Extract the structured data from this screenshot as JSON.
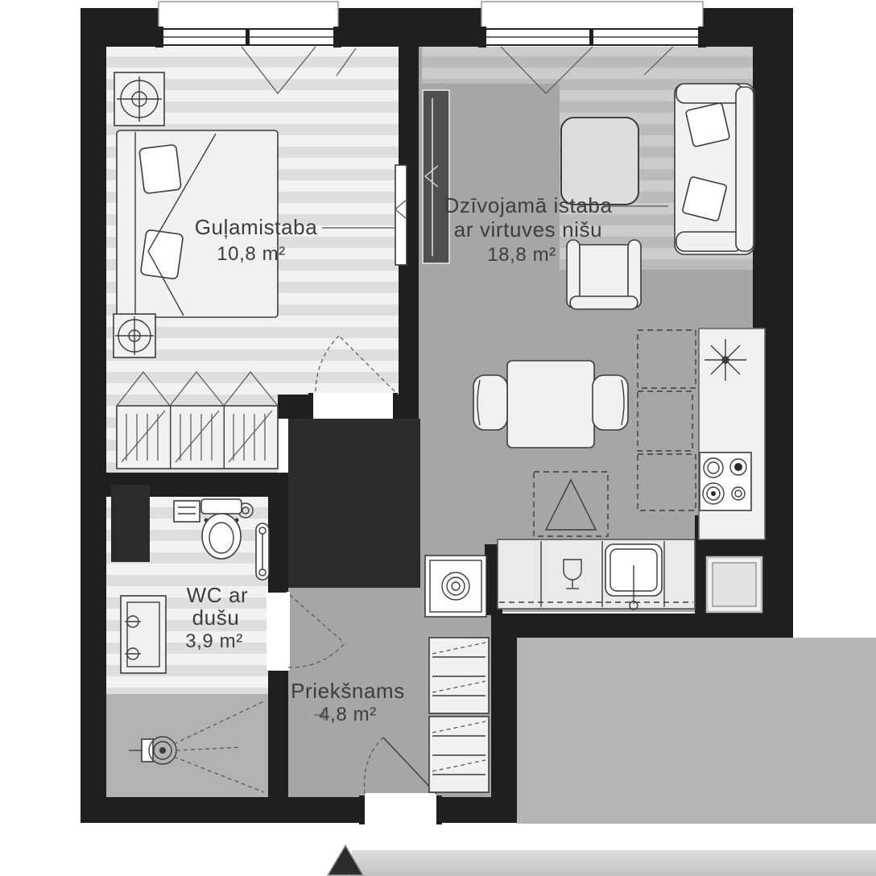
{
  "rooms": {
    "bedroom": {
      "label": "Guļamistaba",
      "area": "10,8 m²"
    },
    "living": {
      "label_line1": "Dzīvojamā istaba",
      "label_line2": "ar virtuves nišu",
      "area": "18,8 m²"
    },
    "wc": {
      "label_line1": "WC ar",
      "label_line2": "dušu",
      "area": "3,9 m²"
    },
    "hall": {
      "label": "Priekšnams",
      "area": "4,8 m²"
    }
  },
  "colors": {
    "wall": "#1f1f1f",
    "dark_zone": "#2b2b2b",
    "floor_mid": "#a6a6a6",
    "outside": "#b4b4b4",
    "text": "#3d3d3d"
  },
  "icons": {
    "north_arrow": "north-arrow",
    "ceiling_light": "ceiling-light",
    "extractor_fan": "extractor-fan",
    "stove": "stove-burners",
    "sink": "kitchen-sink",
    "toilet": "toilet",
    "shower": "shower-head",
    "washing_machine": "washing-machine",
    "radiator": "radiator"
  }
}
